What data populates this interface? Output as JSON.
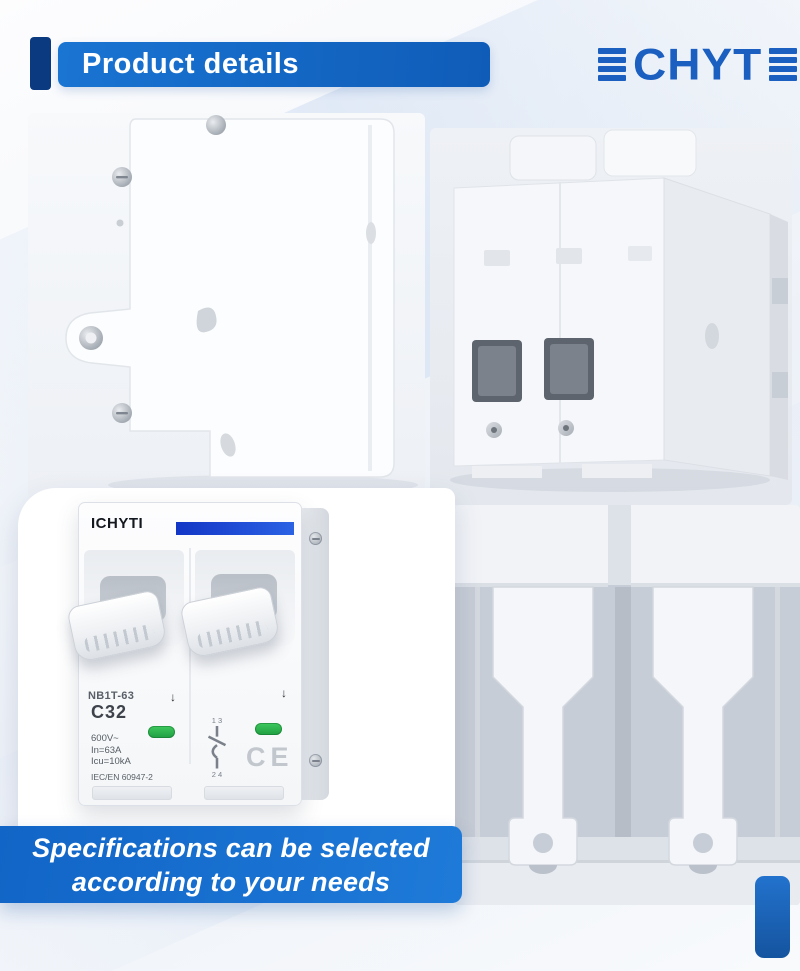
{
  "header": {
    "title": "Product details",
    "logo_middle": "CHYT",
    "logo_brand": "ICHYTI"
  },
  "breaker_front": {
    "brand": "ICHYTI",
    "model": "NB1T-63",
    "rating": "C32",
    "voltage": "600V~",
    "current": "In=63A",
    "breaking_capacity": "Icu=10kA",
    "standard": "IEC/EN 60947-2",
    "ce_mark": "CE",
    "terminals_top": "1 3",
    "terminals_bottom": "2 4",
    "off_arrow": "↓"
  },
  "banner": {
    "line1": "Specifications can be selected",
    "line2": "according to your needs"
  },
  "colors": {
    "accent_blue": "#1266c8",
    "dark_navy": "#0b3a80",
    "logo_blue": "#1b5fc1",
    "banner_blue": "#1569cb",
    "indicator_green": "#2fae4e"
  }
}
